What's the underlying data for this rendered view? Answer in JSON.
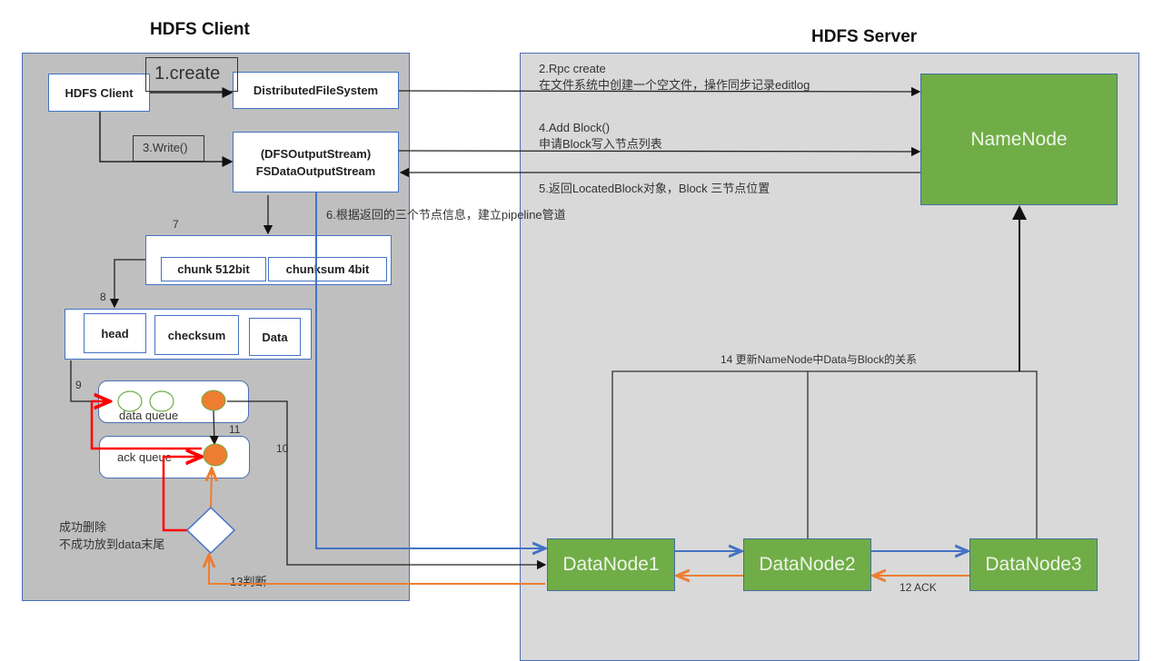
{
  "client_panel": {
    "title": "HDFS Client",
    "hdfs_client_box": "HDFS Client",
    "dfs_box": "DistributedFileSystem",
    "output_stream_box": [
      "(DFSOutputStream)",
      "FSDataOutputStream"
    ],
    "chunk_row": [
      "chunk 512bit",
      "chunksum 4bit"
    ],
    "packet_row": [
      "head",
      "checksum",
      "Data"
    ],
    "data_queue_label": "data queue",
    "ack_queue_label": "ack queue",
    "decision_note": [
      "成功删除",
      "不成功放到data末尾"
    ]
  },
  "server_panel": {
    "title": "HDFS Server",
    "namenode": "NameNode",
    "datanodes": [
      "DataNode1",
      "DataNode2",
      "DataNode3"
    ]
  },
  "steps": {
    "s1": "1.create",
    "s2": [
      "2.Rpc create",
      "在文件系统中创建一个空文件，操作同步记录editlog"
    ],
    "s3": "3.Write()",
    "s4": [
      "4.Add Block()",
      "申请Block写入节点列表"
    ],
    "s5": "5.返回LocatedBlock对象，Block 三节点位置",
    "s6": "6.根据返回的三个节点信息，建立pipeline管道",
    "s7": "7",
    "s8": "8",
    "s9": "9",
    "s10": "10",
    "s11": "11",
    "s12": "12 ACK",
    "s13": "13判断",
    "s14": "14 更新NameNode中Data与Block的关系"
  },
  "colors": {
    "client_bg": "#bfbfbf",
    "server_bg": "#d9d9d9",
    "node_green": "#70ad47",
    "border_blue": "#4472c4",
    "pipeline_blue": "#4472c4",
    "ack_orange": "#ed7d31",
    "retry_red": "#ff0000",
    "packet_orange": "#ed7d31"
  }
}
